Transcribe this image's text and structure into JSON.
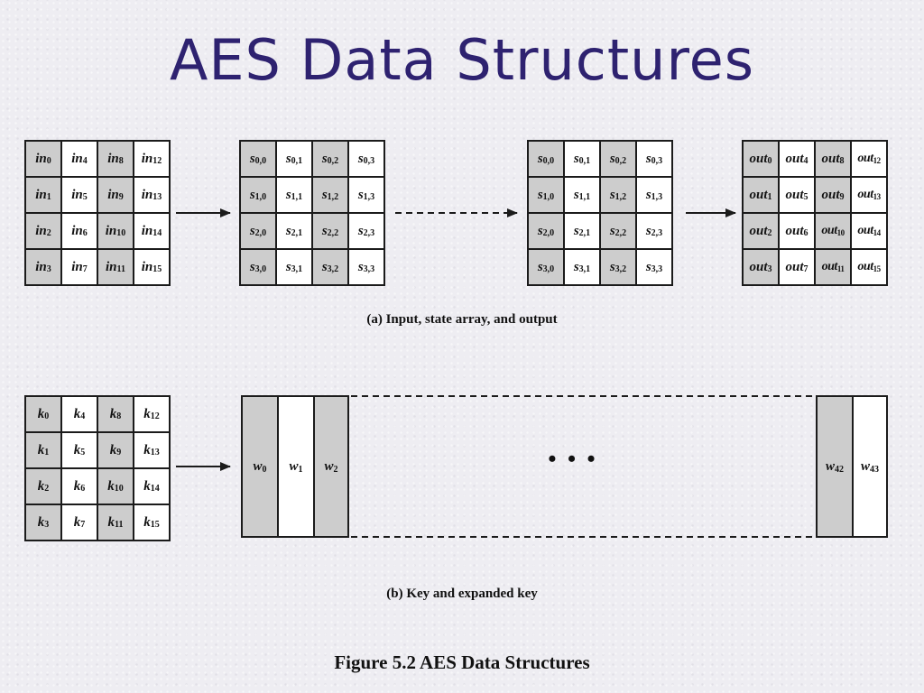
{
  "title": "AES Data Structures",
  "input_grid": {
    "cells": [
      [
        "in",
        "0"
      ],
      [
        "in",
        "4"
      ],
      [
        "in",
        "8"
      ],
      [
        "in",
        "12"
      ],
      [
        "in",
        "1"
      ],
      [
        "in",
        "5"
      ],
      [
        "in",
        "9"
      ],
      [
        "in",
        "13"
      ],
      [
        "in",
        "2"
      ],
      [
        "in",
        "6"
      ],
      [
        "in",
        "10"
      ],
      [
        "in",
        "14"
      ],
      [
        "in",
        "3"
      ],
      [
        "in",
        "7"
      ],
      [
        "in",
        "11"
      ],
      [
        "in",
        "15"
      ]
    ],
    "shaded": [
      0,
      2,
      4,
      6,
      8,
      10,
      12,
      14
    ]
  },
  "state_grid_1": {
    "cells": [
      [
        "s",
        "0,0"
      ],
      [
        "s",
        "0,1"
      ],
      [
        "s",
        "0,2"
      ],
      [
        "s",
        "0,3"
      ],
      [
        "s",
        "1,0"
      ],
      [
        "s",
        "1,1"
      ],
      [
        "s",
        "1,2"
      ],
      [
        "s",
        "1,3"
      ],
      [
        "s",
        "2,0"
      ],
      [
        "s",
        "2,1"
      ],
      [
        "s",
        "2,2"
      ],
      [
        "s",
        "2,3"
      ],
      [
        "s",
        "3,0"
      ],
      [
        "s",
        "3,1"
      ],
      [
        "s",
        "3,2"
      ],
      [
        "s",
        "3,3"
      ]
    ],
    "shaded": [
      0,
      2,
      4,
      6,
      8,
      10,
      12,
      14
    ]
  },
  "state_grid_2": {
    "cells": [
      [
        "s",
        "0,0"
      ],
      [
        "s",
        "0,1"
      ],
      [
        "s",
        "0,2"
      ],
      [
        "s",
        "0,3"
      ],
      [
        "s",
        "1,0"
      ],
      [
        "s",
        "1,1"
      ],
      [
        "s",
        "1,2"
      ],
      [
        "s",
        "1,3"
      ],
      [
        "s",
        "2,0"
      ],
      [
        "s",
        "2,1"
      ],
      [
        "s",
        "2,2"
      ],
      [
        "s",
        "2,3"
      ],
      [
        "s",
        "3,0"
      ],
      [
        "s",
        "3,1"
      ],
      [
        "s",
        "3,2"
      ],
      [
        "s",
        "3,3"
      ]
    ],
    "shaded": [
      0,
      2,
      4,
      6,
      8,
      10,
      12,
      14
    ]
  },
  "output_grid": {
    "cells": [
      [
        "out",
        "0"
      ],
      [
        "out",
        "4"
      ],
      [
        "out",
        "8"
      ],
      [
        "out",
        "12"
      ],
      [
        "out",
        "1"
      ],
      [
        "out",
        "5"
      ],
      [
        "out",
        "9"
      ],
      [
        "out",
        "13"
      ],
      [
        "out",
        "2"
      ],
      [
        "out",
        "6"
      ],
      [
        "out",
        "10"
      ],
      [
        "out",
        "14"
      ],
      [
        "out",
        "3"
      ],
      [
        "out",
        "7"
      ],
      [
        "out",
        "11"
      ],
      [
        "out",
        "15"
      ]
    ],
    "shaded": [
      0,
      2,
      4,
      6,
      8,
      10,
      12,
      14
    ]
  },
  "caption_a": "(a) Input, state array, and output",
  "key_grid": {
    "cells": [
      [
        "k",
        "0"
      ],
      [
        "k",
        "4"
      ],
      [
        "k",
        "8"
      ],
      [
        "k",
        "12"
      ],
      [
        "k",
        "1"
      ],
      [
        "k",
        "5"
      ],
      [
        "k",
        "9"
      ],
      [
        "k",
        "13"
      ],
      [
        "k",
        "2"
      ],
      [
        "k",
        "6"
      ],
      [
        "k",
        "10"
      ],
      [
        "k",
        "14"
      ],
      [
        "k",
        "3"
      ],
      [
        "k",
        "7"
      ],
      [
        "k",
        "11"
      ],
      [
        "k",
        "15"
      ]
    ],
    "shaded": [
      0,
      2,
      4,
      6,
      8,
      10,
      12,
      14
    ]
  },
  "expanded_key": {
    "words": [
      [
        "w",
        "0"
      ],
      [
        "w",
        "1"
      ],
      [
        "w",
        "2"
      ],
      [
        "w",
        "42"
      ],
      [
        "w",
        "43"
      ]
    ],
    "shaded": [
      0,
      2,
      3
    ],
    "ellipsis": "• • •"
  },
  "caption_b": "(b) Key and expanded key",
  "figure_caption": "Figure 5.2   AES Data Structures",
  "colors": {
    "title": "#2e2270",
    "shade": "#cdcdcd",
    "line": "#1b1b1b"
  }
}
